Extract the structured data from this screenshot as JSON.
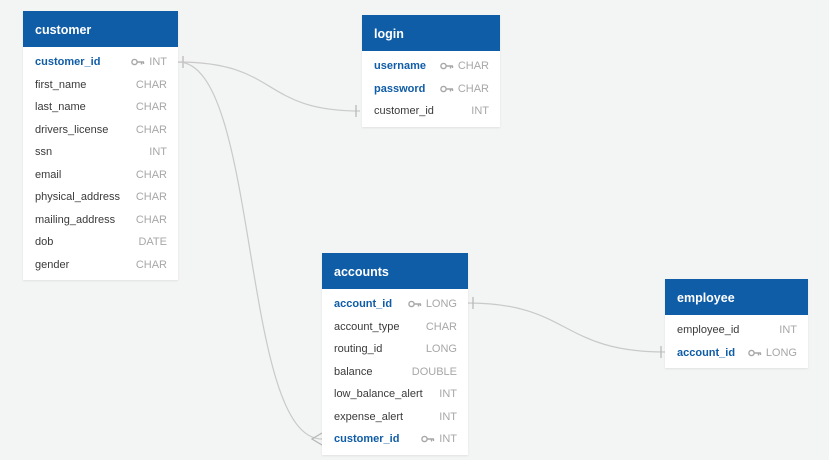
{
  "tables": {
    "customer": {
      "title": "customer",
      "fields": [
        {
          "name": "customer_id",
          "type": "INT",
          "pk": true
        },
        {
          "name": "first_name",
          "type": "CHAR"
        },
        {
          "name": "last_name",
          "type": "CHAR"
        },
        {
          "name": "drivers_license",
          "type": "CHAR"
        },
        {
          "name": "ssn",
          "type": "INT"
        },
        {
          "name": "email",
          "type": "CHAR"
        },
        {
          "name": "physical_address",
          "type": "CHAR"
        },
        {
          "name": "mailing_address",
          "type": "CHAR"
        },
        {
          "name": "dob",
          "type": "DATE"
        },
        {
          "name": "gender",
          "type": "CHAR"
        }
      ]
    },
    "login": {
      "title": "login",
      "fields": [
        {
          "name": "username",
          "type": "CHAR",
          "pk": true
        },
        {
          "name": "password",
          "type": "CHAR",
          "pk": true
        },
        {
          "name": "customer_id",
          "type": "INT"
        }
      ]
    },
    "accounts": {
      "title": "accounts",
      "fields": [
        {
          "name": "account_id",
          "type": "LONG",
          "pk": true
        },
        {
          "name": "account_type",
          "type": "CHAR"
        },
        {
          "name": "routing_id",
          "type": "LONG"
        },
        {
          "name": "balance",
          "type": "DOUBLE"
        },
        {
          "name": "low_balance_alert",
          "type": "INT"
        },
        {
          "name": "expense_alert",
          "type": "INT"
        },
        {
          "name": "customer_id",
          "type": "INT",
          "pk": true
        }
      ]
    },
    "employee": {
      "title": "employee",
      "fields": [
        {
          "name": "employee_id",
          "type": "INT"
        },
        {
          "name": "account_id",
          "type": "LONG",
          "pk": true
        }
      ]
    }
  },
  "colors": {
    "header": "#0f5ca7",
    "connector": "#c9c9c9",
    "pk_text": "#0f5ca7",
    "type_text": "#a7a7a7"
  },
  "icons": {
    "key": "key-icon"
  }
}
